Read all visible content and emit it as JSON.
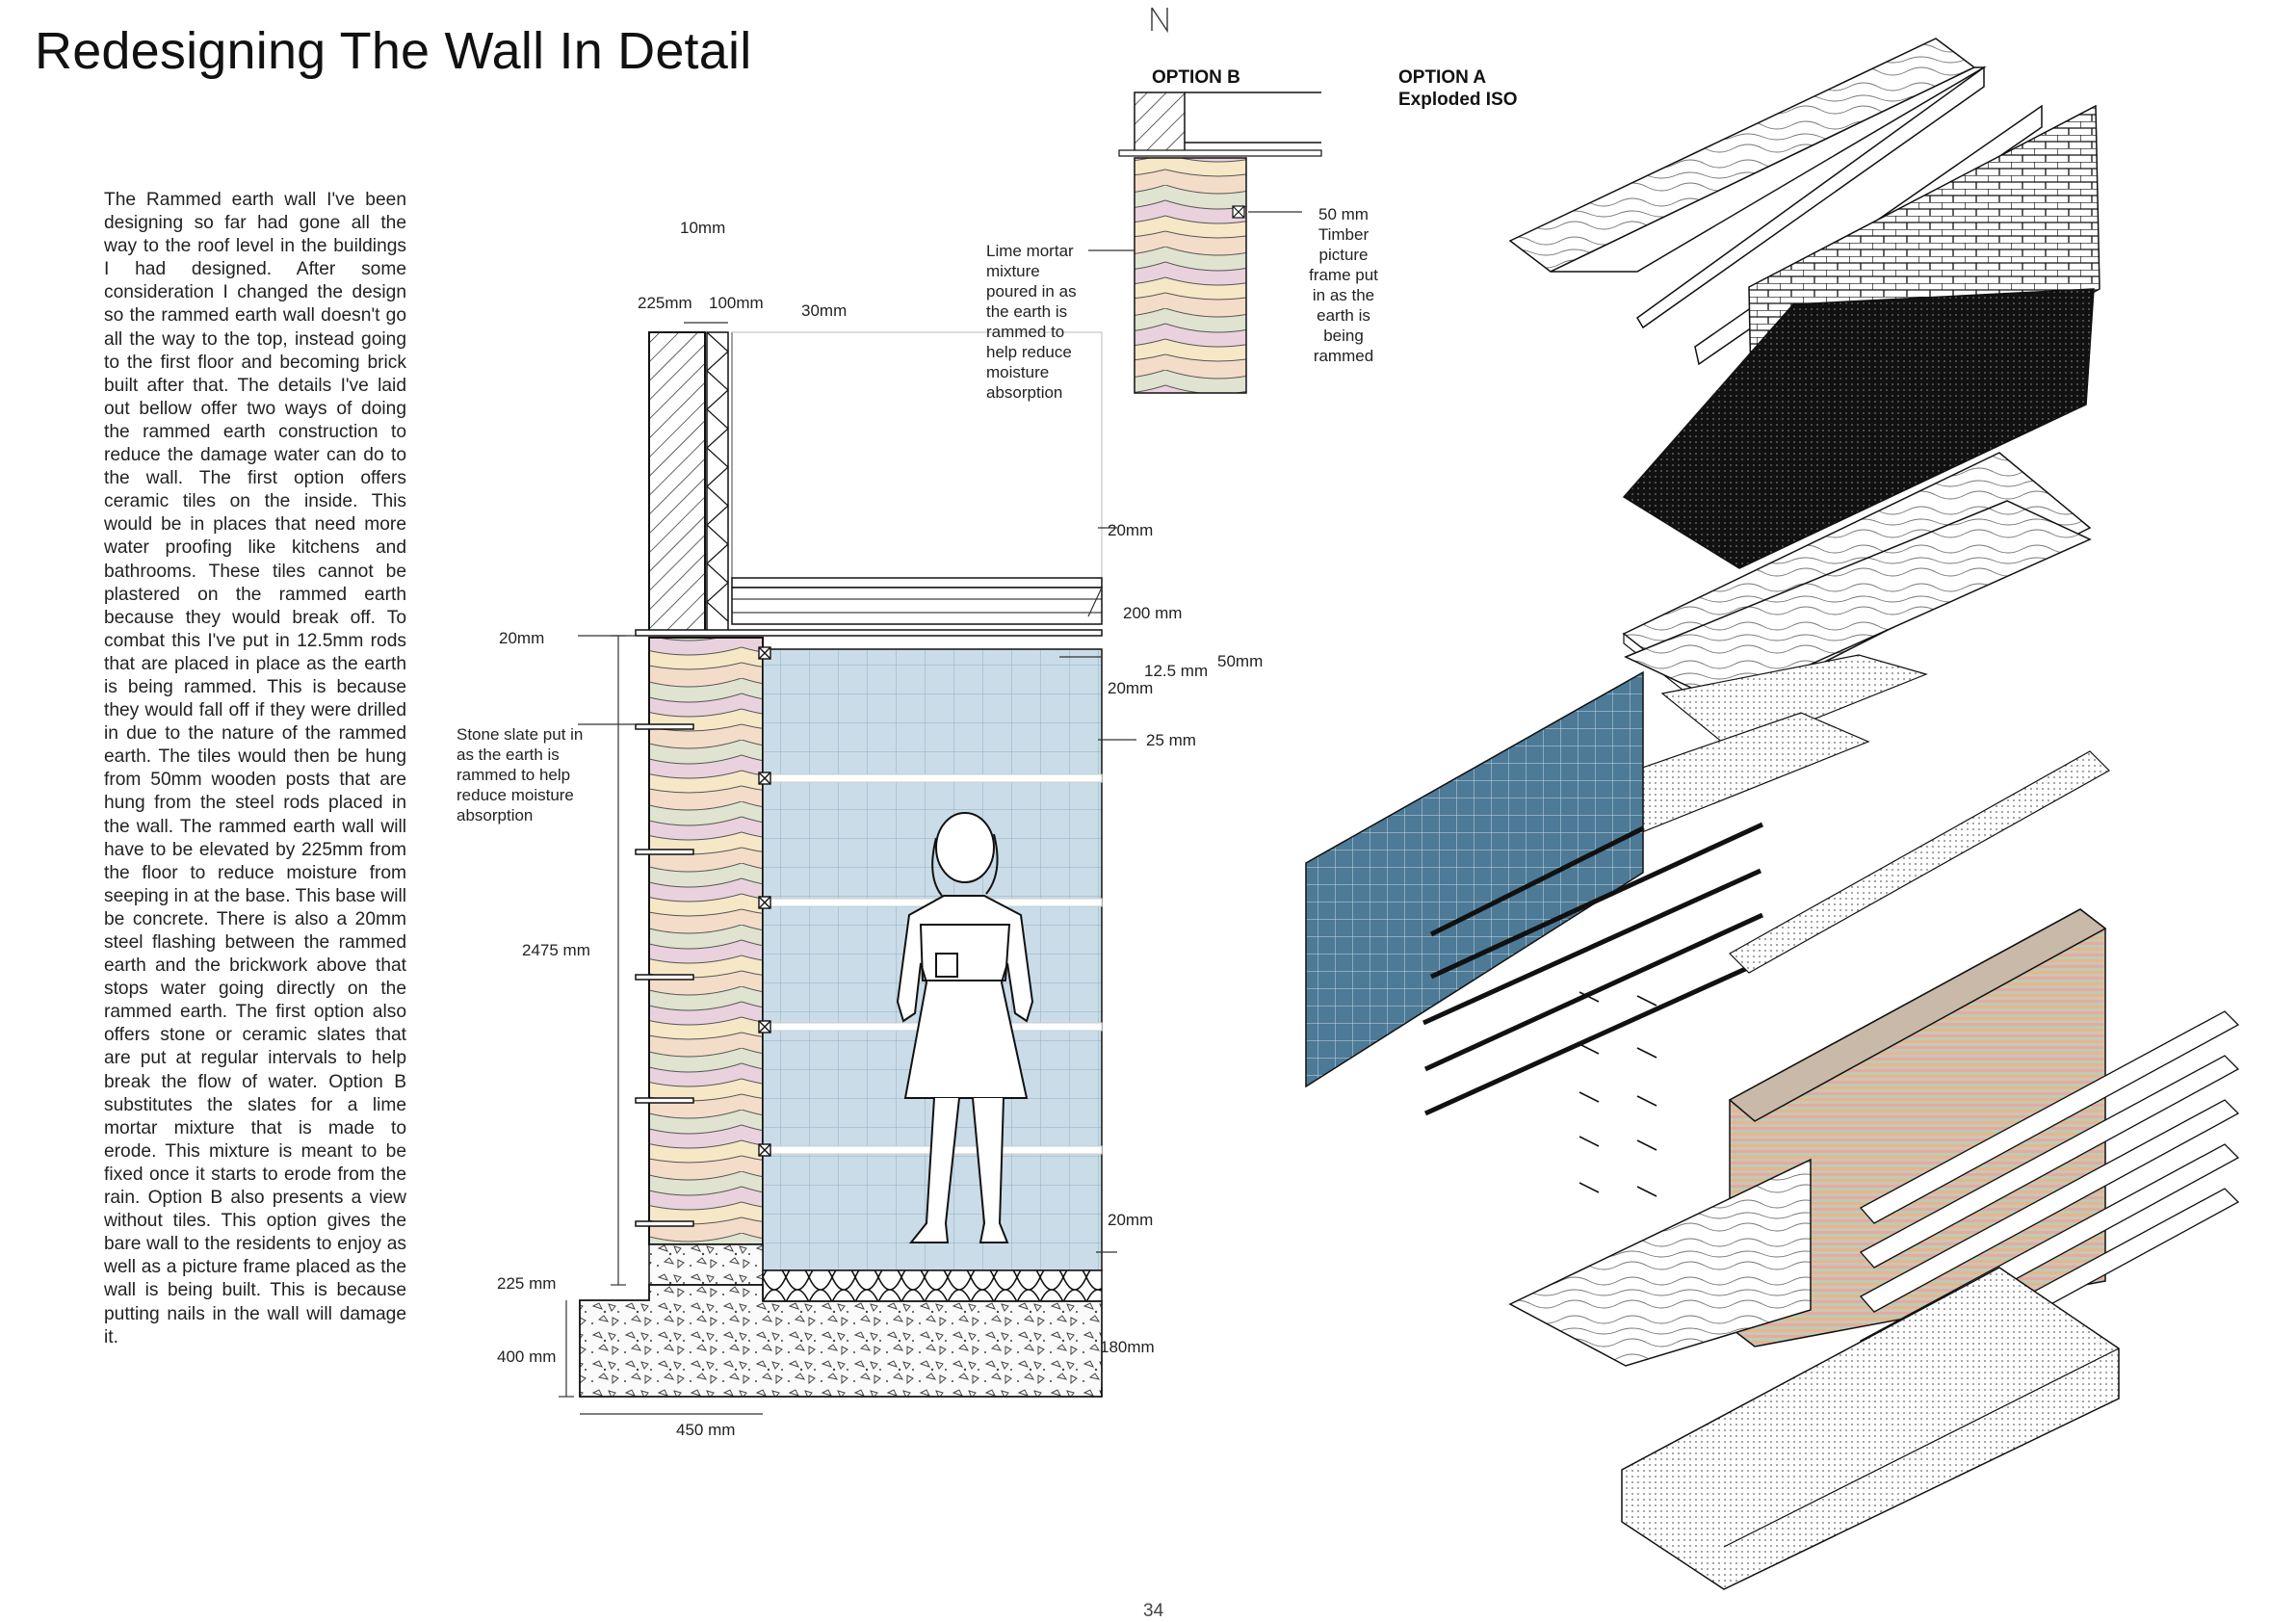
{
  "page": {
    "title": "Redesigning The Wall In Detail",
    "page_number": "34",
    "description": "The Rammed earth wall I've been designing so far had gone all the way to the roof level in the buildings I had designed. After some consideration I changed the design so the rammed earth wall doesn't go all the way to the top, instead going to the first floor and becoming brick built after that. The details I've laid out bellow offer two ways of doing the rammed earth construction to reduce the damage water can do to the wall. The first option offers ceramic tiles on the inside. This would be in places that need more water proofing like kitchens and bathrooms. These tiles cannot be plastered on the rammed earth because they would break off. To combat this I've put in 12.5mm rods that are placed in place as the earth is being rammed. This is because they would fall off if they were drilled in due to the nature of the rammed earth. The tiles would then be hung from 50mm wooden posts that are hung from the steel rods placed in the wall. The rammed earth wall will have to be elevated by 225mm from the floor to reduce moisture from seeping in at the base. This base will be concrete. There is also a 20mm steel flashing between the rammed earth and the brickwork above that stops water going directly on the rammed earth. The first option also offers stone or ceramic slates that are put at regular intervals to help break the flow of water. Option B substitutes the slates for a lime mortar mixture that is made to erode. This mixture is meant to be fixed once it starts to erode from the rain. Option B also presents a view without tiles. This option gives the bare wall to the residents to enjoy as well as a picture frame placed as the wall is being built. This is because putting nails in the wall will damage it."
  },
  "north_marker": "N",
  "options": {
    "option_b": "OPTION B",
    "option_a_line1": "OPTION A",
    "option_a_line2": "Exploded ISO"
  },
  "dimensions": {
    "d10": "10mm",
    "d225": "225mm",
    "d100": "100mm",
    "d30": "30mm",
    "d20_floor": "20mm",
    "d200": "200 mm",
    "d20_left": "20mm",
    "d50": "50mm",
    "d12_5": "12.5 mm",
    "d20_below": "20mm",
    "d25": "25 mm",
    "d2475": "2475 mm",
    "d20_base": "20mm",
    "d225_base": "225 mm",
    "d400": "400 mm",
    "d180": "180mm",
    "d450": "450 mm"
  },
  "annotations": {
    "stone_slate": "Stone slate put in as the earth is rammed to help reduce moisture absorption",
    "lime_mortar": "Lime mortar mixture poured in as the earth is rammed to help reduce moisture absorption",
    "picture_frame": "50 mm Timber picture frame put in as the earth is being rammed"
  },
  "colors": {
    "tile_blue": "#c9dce8",
    "tile_dark_blue": "#4d7a96",
    "earth_layers": [
      "#f3dcc8",
      "#dfe3cf",
      "#e9d2dd",
      "#f6e7c6",
      "#d9d0e2",
      "#f0d6c1",
      "#e3dcc9"
    ],
    "brick_black": "#111111"
  }
}
